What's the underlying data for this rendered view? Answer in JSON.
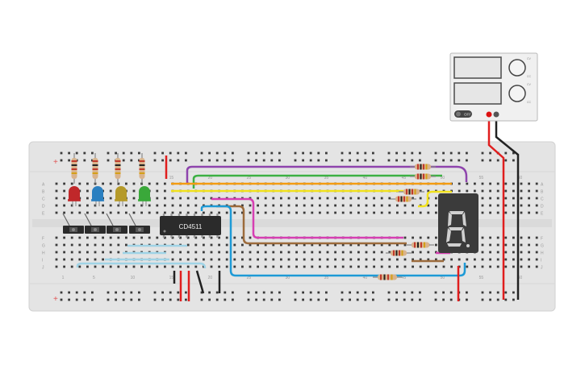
{
  "breadboard": {
    "row_letters_top": [
      "A",
      "B",
      "C",
      "D",
      "E"
    ],
    "row_letters_bottom": [
      "F",
      "G",
      "H",
      "I",
      "J"
    ],
    "column_numbers": [
      "1",
      "5",
      "10",
      "15",
      "20",
      "25",
      "30",
      "35",
      "40",
      "45",
      "50",
      "55",
      "60"
    ],
    "upper_rail_partial_numbers": [
      "15",
      "20",
      "25",
      "30",
      "35",
      "40",
      "45",
      "50",
      "55",
      "60"
    ],
    "plus_sign": "+"
  },
  "chip": {
    "label": "CD4511"
  },
  "power_supply": {
    "off_button_label": "OFF",
    "knob_labels": [
      "CV",
      "CC",
      "CV",
      "CC"
    ]
  },
  "leds": {
    "colors": [
      "#c0282a",
      "#2a7fc0",
      "#b59a2a",
      "#3aa83a"
    ]
  },
  "colors": {
    "board": "#e6e6e6",
    "wire_purple": "#8e44ad",
    "wire_green": "#3cb043",
    "wire_orange": "#f39c12",
    "wire_yellow": "#f1e11c",
    "wire_pink": "#d63fb2",
    "wire_brown": "#9c6b3c",
    "wire_blue": "#1e9ad6",
    "wire_cyan": "#9fd3e6",
    "wire_red": "#e01e1e",
    "wire_black": "#222222"
  }
}
